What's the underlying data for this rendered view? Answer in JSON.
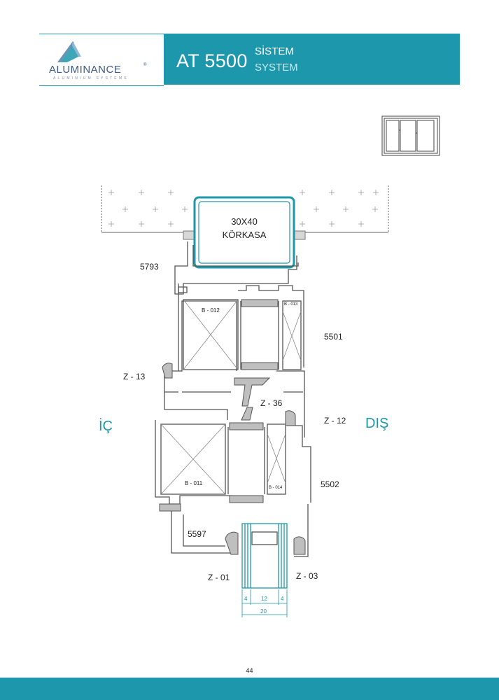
{
  "header": {
    "brand": "ALUMINANCE",
    "brand_reg": "®",
    "brand_sub": "ALUMINIUM SYSTEMS",
    "title": "AT 5500",
    "subtitle_tr": "SİSTEM",
    "subtitle_en": "SYSTEM"
  },
  "drawing": {
    "insert_label_line1": "30X40",
    "insert_label_line2": "KÖRKASA",
    "profiles": {
      "p5793": "5793",
      "p5501": "5501",
      "p5502": "5502",
      "p5597": "5597",
      "z13": "Z - 13",
      "z36": "Z - 36",
      "z12": "Z - 12",
      "z01": "Z - 01",
      "z03": "Z - 03"
    },
    "blocks": {
      "b012": "B - 012",
      "b013": "B - 013",
      "b011": "B - 011",
      "b014": "B - 014"
    },
    "side_inside": "İÇ",
    "side_outside": "DIŞ",
    "dimensions": {
      "d1": "4",
      "d2": "12",
      "d3": "4",
      "total": "20"
    }
  },
  "colors": {
    "accent": "#1d97ab",
    "line": "#555555"
  },
  "page_number": "44"
}
